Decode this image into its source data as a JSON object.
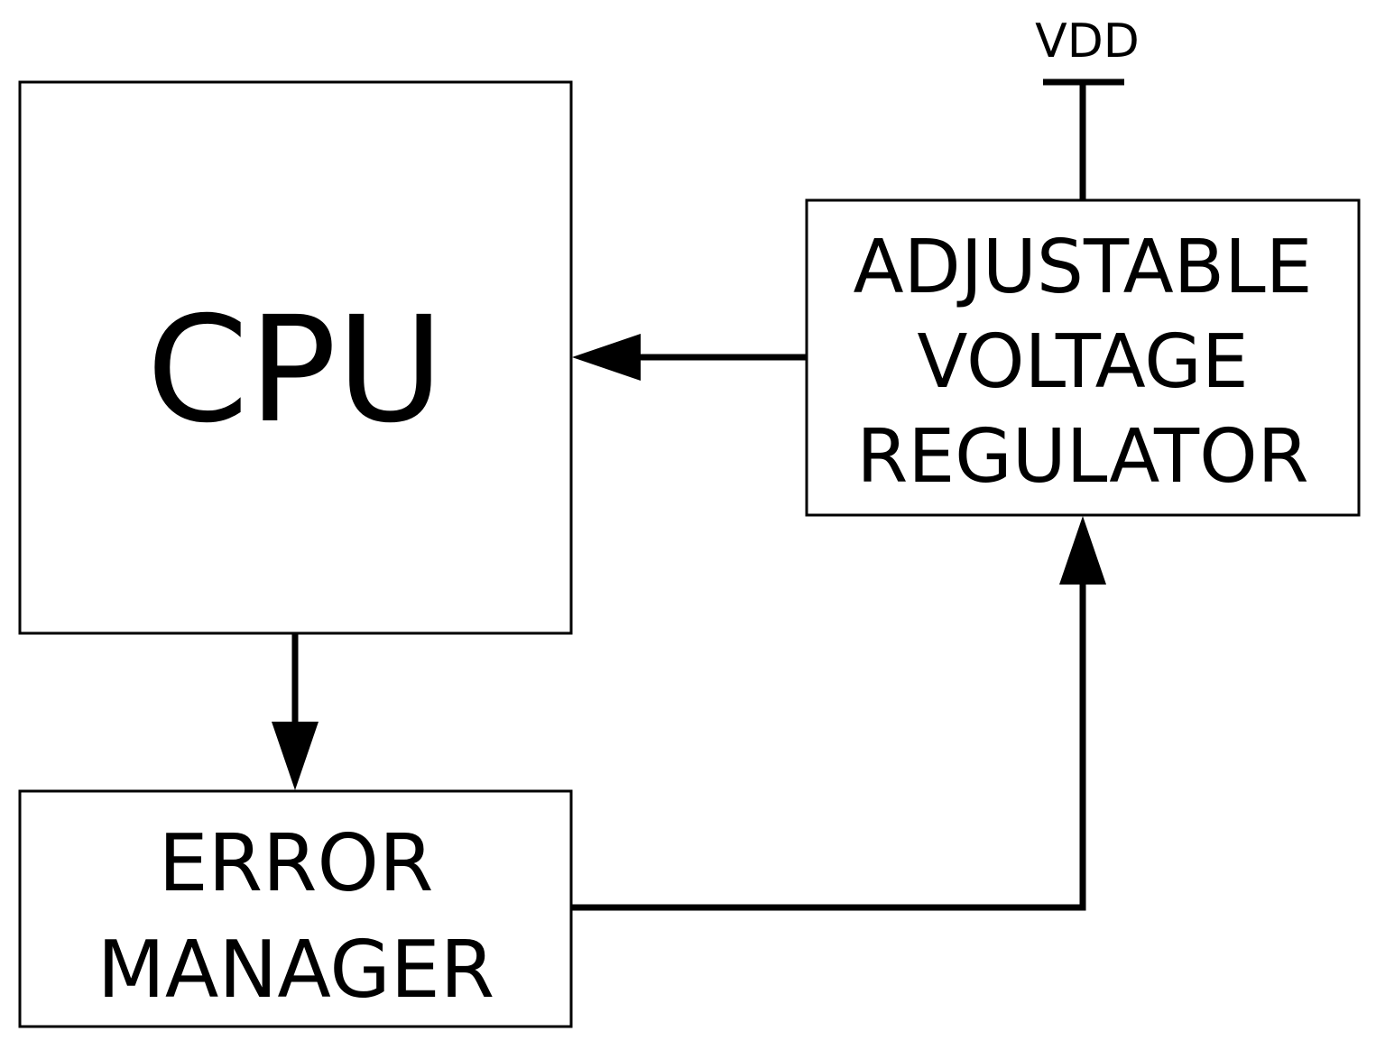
{
  "diagram": {
    "blocks": {
      "cpu": {
        "label": "CPU"
      },
      "regulator": {
        "lines": [
          "ADJUSTABLE",
          "VOLTAGE",
          "REGULATOR"
        ]
      },
      "error_manager": {
        "lines": [
          "ERROR",
          "MANAGER"
        ]
      }
    },
    "supply": {
      "label": "VDD"
    },
    "connections": [
      {
        "from": "regulator",
        "to": "cpu"
      },
      {
        "from": "cpu",
        "to": "error_manager"
      },
      {
        "from": "error_manager",
        "to": "regulator"
      }
    ],
    "colors": {
      "stroke": "#000000",
      "background": "#ffffff"
    }
  }
}
